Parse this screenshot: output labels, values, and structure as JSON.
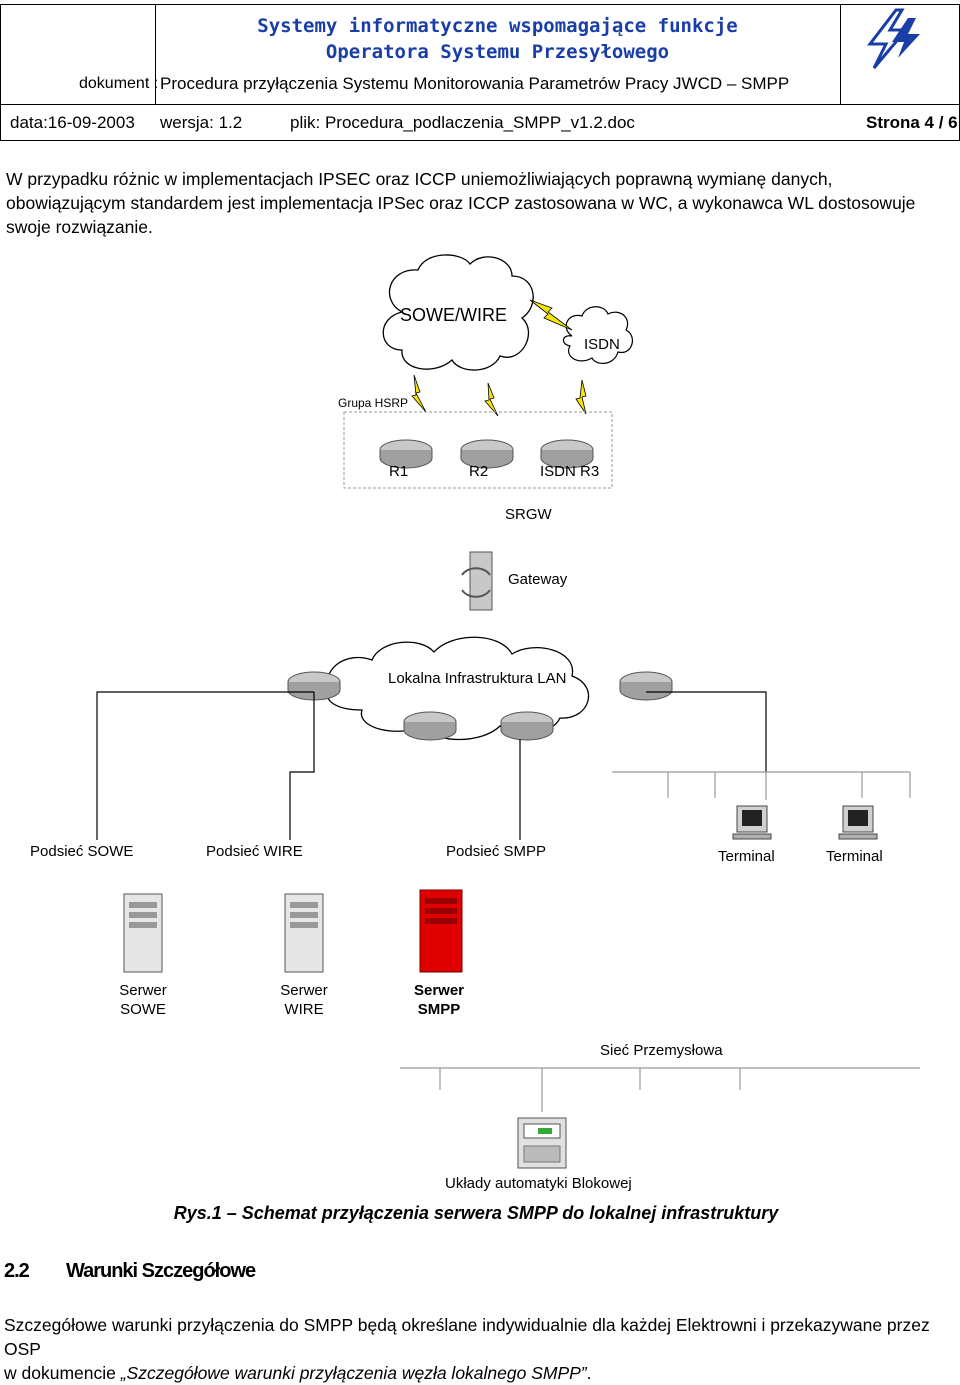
{
  "header": {
    "title_line1": "Systemy informatyczne wspomagające funkcje",
    "title_line2": "Operatora Systemu Przesyłowego",
    "document_label": "dokument :",
    "document_value": "Procedura przyłączenia Systemu Monitorowania Parametrów Pracy JWCD – SMPP",
    "date": "data:16-09-2003",
    "version": "wersja: 1.2",
    "file": "plik: Procedura_podlaczenia_SMPP_v1.2.doc",
    "page": "Strona 4 / 6",
    "logo_icon": "lightning-logo-icon"
  },
  "intro": "W przypadku różnic w implementacjach IPSEC oraz ICCP uniemożliwiających poprawną wymianę danych, obowiązującym standardem jest implementacja IPSec oraz ICCP zastosowana w WC, a wykonawca WL dostosowuje swoje rozwiązanie.",
  "diagram": {
    "cloud_main": "SOWE/WIRE",
    "cloud_isdn": "ISDN",
    "hsrp_group": "Grupa HSRP",
    "router1": "R1",
    "router2": "R2",
    "router3": "ISDN R3",
    "srgw": "SRGW",
    "gateway": "Gateway",
    "lan": "Lokalna Infrastruktura LAN",
    "subnet_sowe": "Podsieć SOWE",
    "subnet_wire": "Podsieć WIRE",
    "subnet_smpp": "Podsieć SMPP",
    "terminal1": "Terminal",
    "terminal2": "Terminal",
    "server_sowe_1": "Serwer",
    "server_sowe_2": "SOWE",
    "server_wire_1": "Serwer",
    "server_wire_2": "WIRE",
    "server_smpp_1": "Serwer",
    "server_smpp_2": "SMPP",
    "industrial_net": "Sieć Przemysłowa",
    "automation": "Układy automatyki Blokowej",
    "caption": "Rys.1 – Schemat przyłączenia serwera SMPP do lokalnej infrastruktury"
  },
  "section": {
    "number": "2.2",
    "title": "Warunki Szczegółowe"
  },
  "bottom": {
    "line1": "Szczegółowe warunki przyłączenia do SMPP będą określane indywidualnie dla każdej Elektrowni i przekazywane przez OSP",
    "line2_prefix": "w dokumencie ",
    "line2_italic": "„Szczegółowe warunki przyłączenia węzła lokalnego SMPP”",
    "line2_suffix": "."
  }
}
